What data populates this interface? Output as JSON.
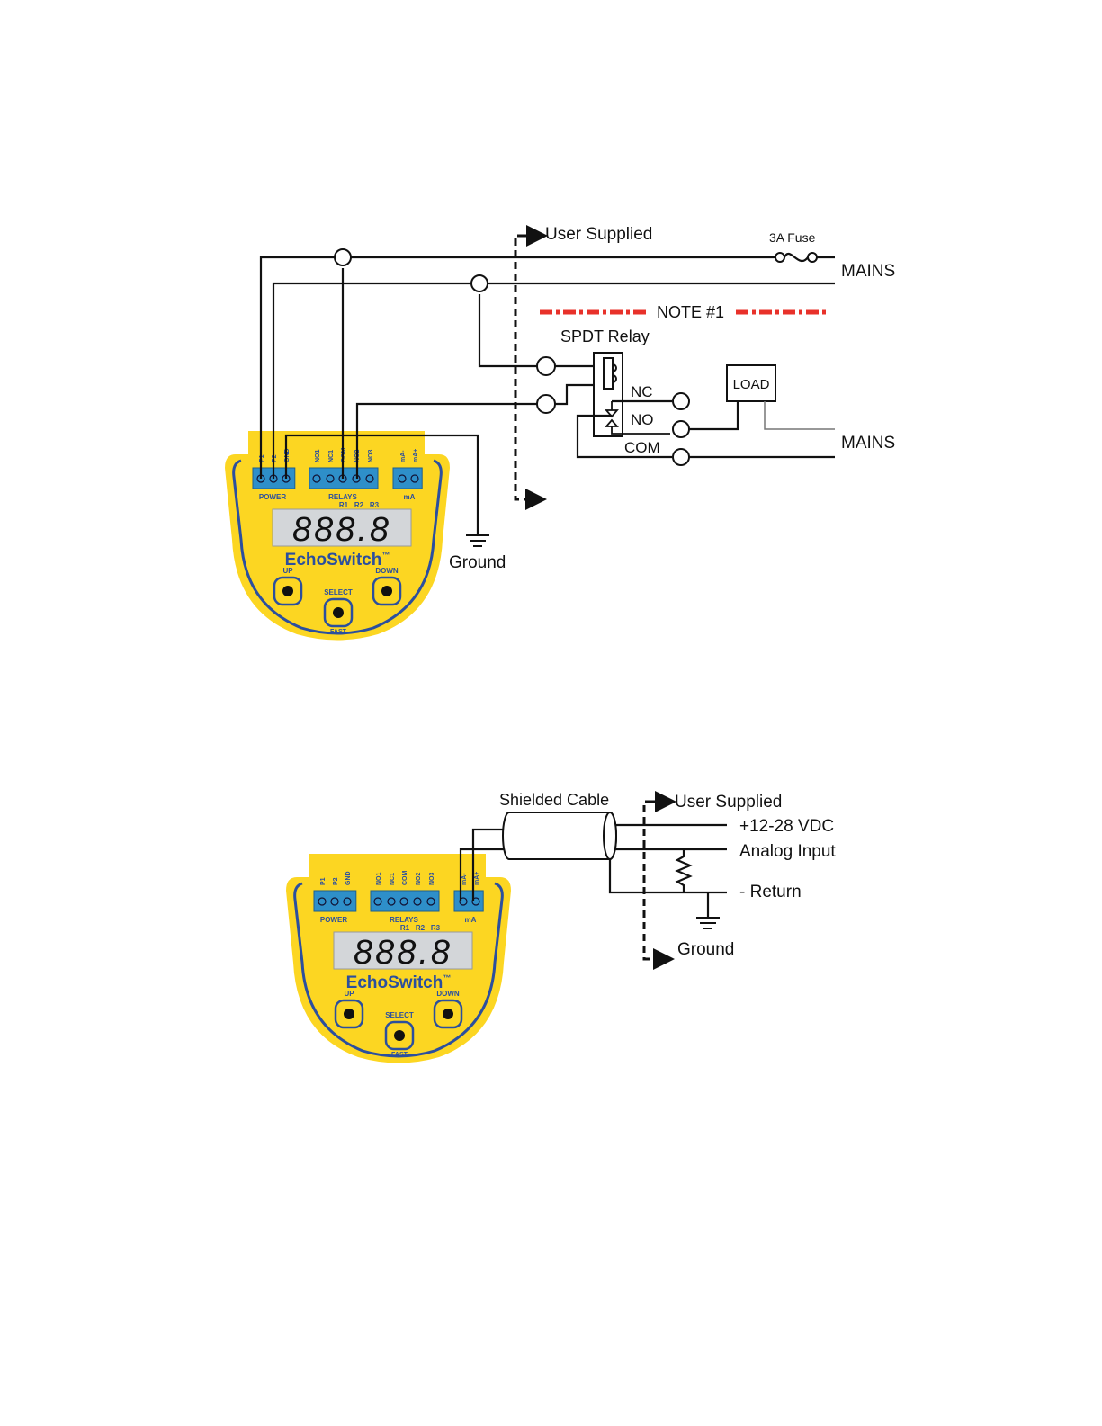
{
  "wiring_top": {
    "user_supplied": "User Supplied",
    "fuse_label": "3A Fuse",
    "mains_1": "MAINS",
    "mains_2": "MAINS",
    "note": "NOTE #1",
    "relay_title": "SPDT Relay",
    "nc": "NC",
    "no": "NO",
    "com": "COM",
    "load": "LOAD",
    "ground": "Ground",
    "note_color": "#e8312a"
  },
  "wiring_bottom": {
    "cable": "Shielded Cable",
    "user_supplied": "User Supplied",
    "vdc": "+12-28 VDC",
    "analog": "Analog Input",
    "return": "- Return",
    "ground": "Ground"
  },
  "device": {
    "terminals_power": [
      "P1",
      "P2",
      "GND"
    ],
    "terminals_relays": [
      "NO1",
      "NC1",
      "COM",
      "NO2",
      "NO3"
    ],
    "terminals_ma": [
      "mA-",
      "mA+"
    ],
    "power_label": "POWER",
    "relays_label": "RELAYS",
    "ma_label": "mA",
    "r1": "R1",
    "r2": "R2",
    "r3": "R3",
    "display": "888.8",
    "brand": "EchoSwitch",
    "tm": "™",
    "up": "UP",
    "down": "DOWN",
    "select": "SELECT",
    "fast": "FAST",
    "body_color": "#fcd622",
    "terminal_color": "#2e8fc9",
    "outline_color": "#2b4f9e"
  }
}
